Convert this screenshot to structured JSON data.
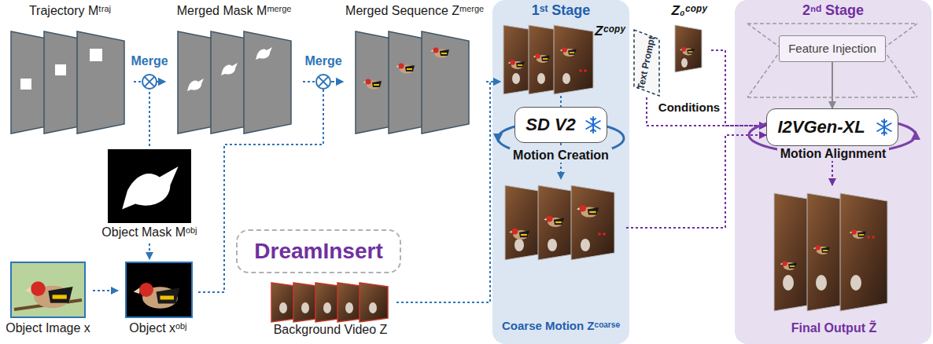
{
  "diagram": {
    "nodes": [
      {
        "text": [
          "Trajectory Mᵗʳᵃʲ"
        ]
      },
      {
        "text": [
          "Merged Mask Mᵐᵉʳᵍᵉ"
        ]
      },
      {
        "text": [
          "Merged Sequence Zᵐᵉʳᵍᵉ"
        ]
      },
      {
        "text": [
          "Object Mask Mᵒᵇʲ"
        ]
      },
      {
        "text": [
          "Object Image x"
        ]
      },
      {
        "text": [
          "Object xᵒᵇʲ"
        ]
      },
      {
        "text": [
          "DreamInsert"
        ]
      },
      {
        "text": [
          "Background Video Z"
        ]
      },
      {
        "text": [
          "1ˢᵗ Stage",
          "Motion Creation"
        ]
      },
      {
        "text": [
          "Zᶜᵒᵖʸ"
        ],
        "in": 8
      },
      {
        "text": [
          "SD V2"
        ],
        "in": 8
      },
      {
        "text": [
          "Coarse Motion Zᶜᵒᵃʳˢᵉ"
        ],
        "in": 8
      },
      {
        "text": [
          "Z₀ᶜᵒᵖʸ"
        ]
      },
      {
        "text": [
          "Text Prompt"
        ]
      },
      {
        "text": [
          "2ⁿᵈ Stage",
          "Motion Alignment"
        ]
      },
      {
        "text": [
          "Feature Injection"
        ],
        "in": 14
      },
      {
        "text": [
          "I2VGen-XL"
        ],
        "in": 14
      },
      {
        "text": [
          "Final Output Z̃"
        ],
        "in": 14
      }
    ],
    "edges": [
      {
        "from": 0,
        "to": 1,
        "arrow": "to"
      },
      {
        "from": 3,
        "to": 1,
        "arrow": "to"
      },
      {
        "from": 3,
        "to": 5,
        "arrow": "to"
      },
      {
        "from": 4,
        "to": 5,
        "arrow": "to"
      },
      {
        "from": 1,
        "to": 2,
        "arrow": "to"
      },
      {
        "from": 5,
        "to": 2,
        "arrow": "to"
      },
      {
        "from": 2,
        "to": 9,
        "arrow": "to"
      },
      {
        "from": 7,
        "to": 9,
        "arrow": "to"
      },
      {
        "from": 9,
        "to": 10,
        "arrow": "none"
      },
      {
        "from": 10,
        "to": 11,
        "arrow": "to"
      },
      {
        "from": 11,
        "to": 16,
        "arrow": "to"
      },
      {
        "from": 12,
        "to": 16,
        "arrow": "to"
      },
      {
        "from": 13,
        "to": 16,
        "arrow": "to"
      },
      {
        "from": 15,
        "to": 16,
        "arrow": "to"
      },
      {
        "from": 16,
        "to": 17,
        "arrow": "to"
      }
    ],
    "labels": [
      "Merge",
      "Merge",
      "Conditions"
    ]
  }
}
